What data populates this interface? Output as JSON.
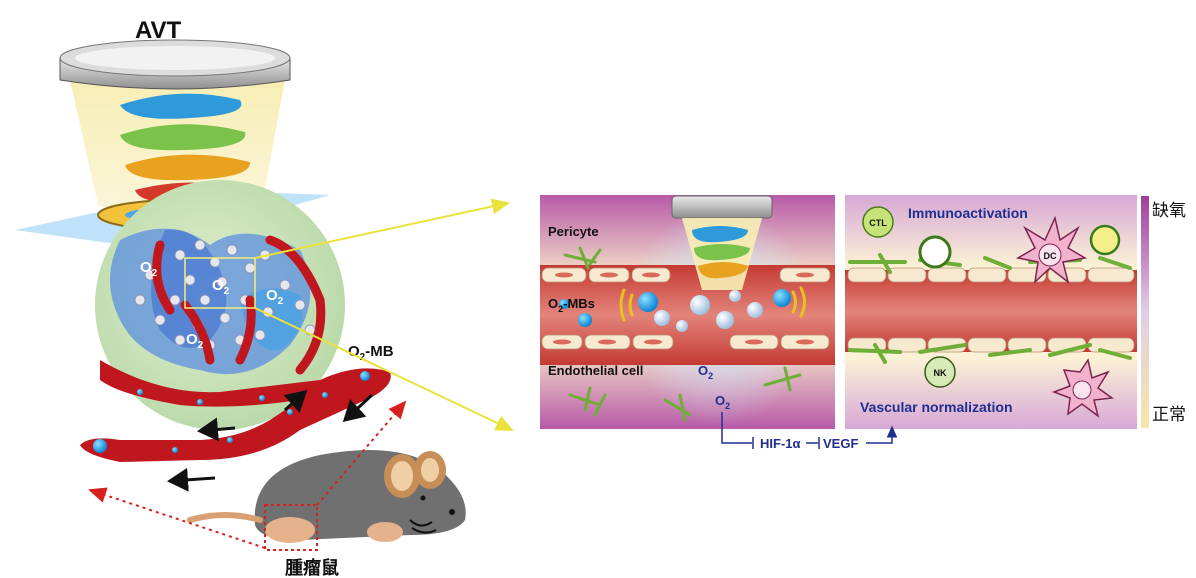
{
  "left": {
    "device_label": "AVT",
    "oxygen_label": "O",
    "oxygen_sub": "2",
    "mb_label_main": "O",
    "mb_label_sub": "2",
    "mb_label_tail": "-MB",
    "mouse_label": "腫瘤鼠"
  },
  "panel_hypoxic": {
    "pericyte": "Pericyte",
    "mbs_main": "O",
    "mbs_sub": "2",
    "mbs_tail": "-MBs",
    "endothelial": "Endothelial cell",
    "o2_main": "O",
    "o2_sub": "2"
  },
  "panel_normal": {
    "immuno": "Immunoactivation",
    "ctl": "CTL",
    "dc": "DC",
    "nk": "NK",
    "vascular": "Vascular normalization"
  },
  "pathway": {
    "o2_main": "O",
    "o2_sub": "2",
    "hif": "HIF-1α",
    "vegf": "VEGF"
  },
  "scale": {
    "top": "缺氧",
    "bottom": "正常",
    "top_color": "#a23c9c",
    "bottom_color": "#f6e6a8"
  },
  "colors": {
    "vessel_red": "#c0161e",
    "label_blue": "#1f2f8f",
    "arrow_yellow": "#e8e23a",
    "dotted_red": "#d8201f"
  }
}
